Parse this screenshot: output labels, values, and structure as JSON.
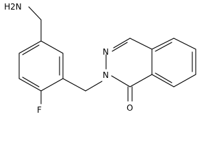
{
  "molecule": {
    "atoms": {
      "amine": "H2N",
      "fluorine": "F",
      "nitrogen": "N",
      "oxygen": "O"
    }
  },
  "colors": {
    "bond": "#000000",
    "label": "#000000",
    "background": "#ffffff"
  }
}
